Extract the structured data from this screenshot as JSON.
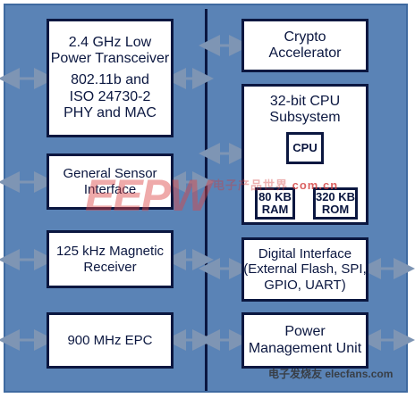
{
  "blocks": {
    "transceiver": [
      "2.4 GHz Low",
      "Power Transceiver",
      "802.11b and",
      "ISO 24730-2",
      "PHY and MAC"
    ],
    "sensor": [
      "General Sensor",
      "Interface"
    ],
    "magnetic": [
      "125 kHz Magnetic",
      "Receiver"
    ],
    "epc": [
      "900 MHz EPC"
    ],
    "crypto": [
      "Crypto",
      "Accelerator"
    ],
    "cpu_subsystem": [
      "32-bit CPU",
      "Subsystem"
    ],
    "cpu": "CPU",
    "ram": [
      "80 KB",
      "RAM"
    ],
    "rom": [
      "320 KB",
      "ROM"
    ],
    "digital": [
      "Digital Interface",
      "(External Flash, SPI,",
      "GPIO, UART)"
    ],
    "power": [
      "Power",
      "Management Unit"
    ]
  },
  "watermarks": {
    "eepw": "EEPW",
    "site": "com.cn",
    "cn": "电子产品世界",
    "footer": "电子发烧友 elecfans.com"
  },
  "colors": {
    "panel": "#5a83b6",
    "border": "#0b1740",
    "arrow": "#7e95b4"
  }
}
